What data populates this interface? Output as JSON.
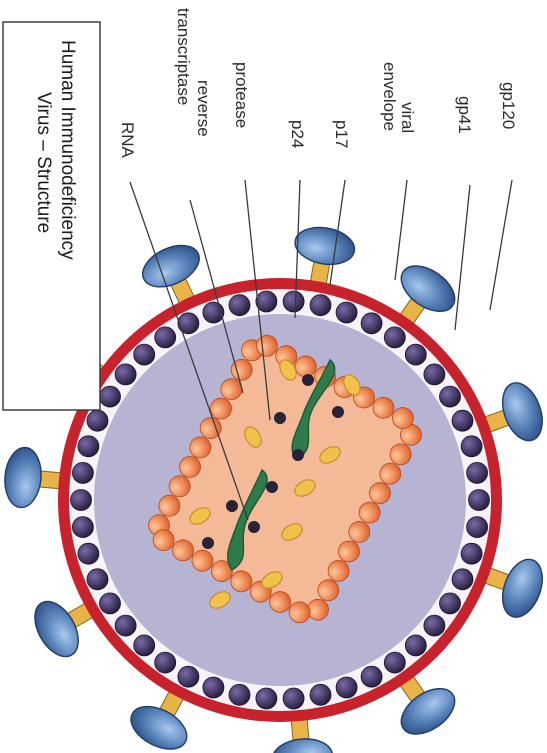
{
  "title": {
    "line1": "Human Immunodeficiency",
    "line2": "Virus – Structure"
  },
  "labels": {
    "gp120": "gp120",
    "gp41": "gp41",
    "viral_envelope_1": "viral",
    "viral_envelope_2": "envelope",
    "p17": "p17",
    "p24": "p24",
    "protease": "protease",
    "reverse_transcriptase_1": "reverse",
    "reverse_transcriptase_2": "transcriptase",
    "rna": "RNA"
  },
  "colors": {
    "envelope": "#c8232d",
    "interior": "#b6b3d3",
    "matrix_bead": "#3a2e58",
    "capsid": "#f4b996",
    "capsid_bead": "#ec7a3e",
    "glycoprotein": "#5a85bb",
    "gp41_stalk": "#e8b448",
    "rna": "#2e7c4c",
    "enzyme": "#2a2336",
    "protease_oval": "#f0c24a"
  }
}
